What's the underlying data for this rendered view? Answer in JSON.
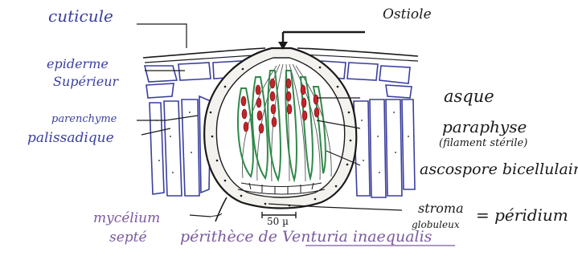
{
  "labels": {
    "cuticule": "cuticule",
    "ostiole": "Ostiole",
    "epiderme_1": "epiderme",
    "epiderme_2": "Supérieur",
    "parenchyme_1": "parenchyme",
    "parenchyme_2": "palissadique",
    "asque": "asque",
    "paraphyse_1": "paraphyse",
    "paraphyse_2": "(filament stérile)",
    "ascospore": "ascospore bicellulaire",
    "stroma_1": "stroma",
    "stroma_2": "globuleux",
    "peridium": "= péridium",
    "mycelium_1": "mycélium",
    "mycelium_2": "septé",
    "scale": "50 µ",
    "title": "périthèce de Venturia inaequalis"
  },
  "colors": {
    "ink_blue": "#3b3f9e",
    "ink_black": "#1a1a1a",
    "ink_purple": "#7a5a9e",
    "ascus_green": "#2f8a4a",
    "spore_red": "#c4232a"
  }
}
